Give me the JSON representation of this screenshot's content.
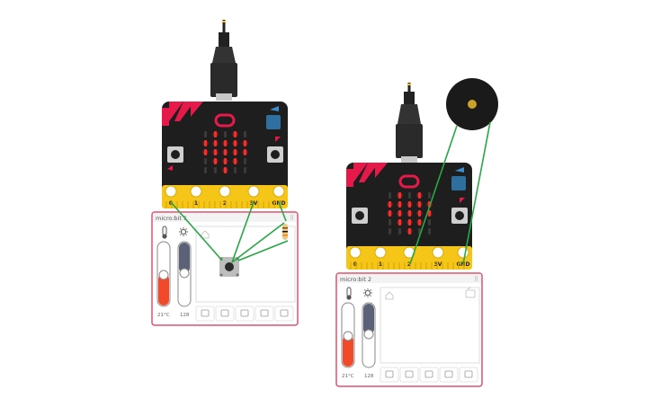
{
  "board1": {
    "panel_label": "micro:bit 1",
    "pins": [
      "0",
      "1",
      "2",
      "3V",
      "GND"
    ],
    "temperature": "21°C",
    "light": "128",
    "temp_level": 0.4,
    "light_level": 0.45,
    "led_matrix": [
      [
        0,
        1,
        0,
        1,
        0
      ],
      [
        1,
        1,
        1,
        1,
        1
      ],
      [
        1,
        1,
        1,
        1,
        1
      ],
      [
        0,
        1,
        1,
        1,
        0
      ],
      [
        0,
        0,
        1,
        0,
        0
      ]
    ]
  },
  "board2": {
    "panel_label": "micro:bit 2",
    "pins": [
      "0",
      "1",
      "2",
      "3V",
      "GND"
    ],
    "temperature": "21°C",
    "light": "128",
    "temp_level": 0.4,
    "light_level": 0.45,
    "led_matrix": [
      [
        0,
        1,
        0,
        1,
        0
      ],
      [
        1,
        1,
        1,
        1,
        1
      ],
      [
        1,
        1,
        1,
        1,
        1
      ],
      [
        0,
        1,
        1,
        1,
        0
      ],
      [
        0,
        0,
        1,
        0,
        0
      ]
    ]
  },
  "icons": {
    "thermometer": "thermometer-icon",
    "light": "sun-icon",
    "home": "home-icon",
    "gestures": [
      "shake-gesture-icon",
      "tilt-left-icon",
      "tilt-right-icon",
      "tilt-forward-icon",
      "tilt-back-icon"
    ]
  },
  "colors": {
    "board": "#1e1e1e",
    "accent": "#e6194b",
    "led_on": "#ff2a2a",
    "wire": "#28a745",
    "gold": "#f5c518",
    "panel_border": "#e0506e"
  }
}
